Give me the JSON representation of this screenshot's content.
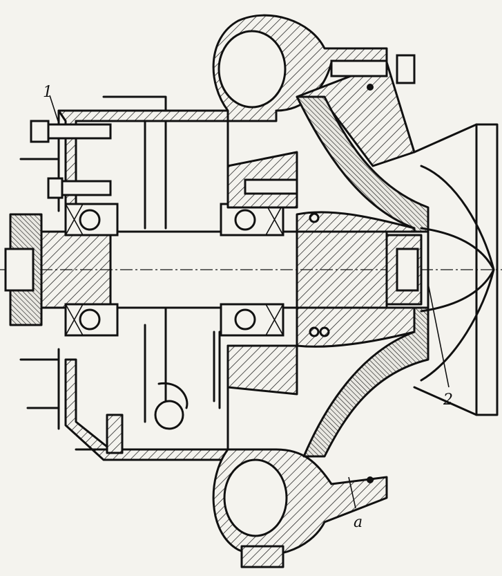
{
  "figure": {
    "callouts": [
      {
        "id": "1",
        "label": "1"
      },
      {
        "id": "2",
        "label": "2"
      },
      {
        "id": "a",
        "label": "a"
      }
    ]
  }
}
